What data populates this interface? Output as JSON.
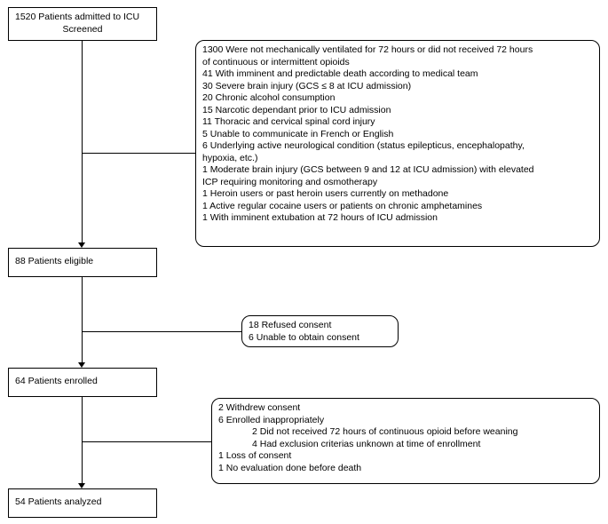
{
  "diagram": {
    "title": "CONSORT-style patient flow diagram",
    "nodes": {
      "screened": {
        "line1": "1520 Patients admitted to ICU",
        "line2": "Screened"
      },
      "eligible": {
        "line1": "88 Patients eligible"
      },
      "enrolled": {
        "line1": "64 Patients enrolled"
      },
      "analyzed": {
        "line1": "54 Patients analyzed"
      }
    },
    "exclusions_1": [
      "1300 Were not mechanically ventilated for 72 hours or did not received 72 hours",
      "of continuous or intermittent opioids",
      "41 With imminent and predictable death according to medical team",
      "30 Severe brain injury (GCS ≤ 8 at ICU admission)",
      "20 Chronic alcohol consumption",
      "15 Narcotic dependant prior to ICU admission",
      "11 Thoracic and cervical spinal cord injury",
      "5 Unable to communicate in French or English",
      "6 Underlying active neurological condition (status epilepticus, encephalopathy,",
      "hypoxia, etc.)",
      "1 Moderate brain injury (GCS between 9 and 12 at ICU admission) with elevated",
      "ICP requiring monitoring and osmotherapy",
      "1 Heroin users or past heroin users currently on methadone",
      "1 Active regular cocaine users or patients on chronic amphetamines",
      "1 With imminent extubation at 72 hours of ICU admission"
    ],
    "exclusions_2": [
      "18 Refused consent",
      "6 Unable to obtain consent"
    ],
    "exclusions_3": [
      {
        "text": "2 Withdrew consent",
        "indent": 0
      },
      {
        "text": "6 Enrolled inappropriately",
        "indent": 0
      },
      {
        "text": "2 Did not received 72 hours of continuous opioid before weaning",
        "indent": 1
      },
      {
        "text": "4 Had exclusion criterias unknown at time of enrollment",
        "indent": 1
      },
      {
        "text": "1 Loss of consent",
        "indent": 0
      },
      {
        "text": "1 No evaluation done before death",
        "indent": 0
      }
    ]
  }
}
